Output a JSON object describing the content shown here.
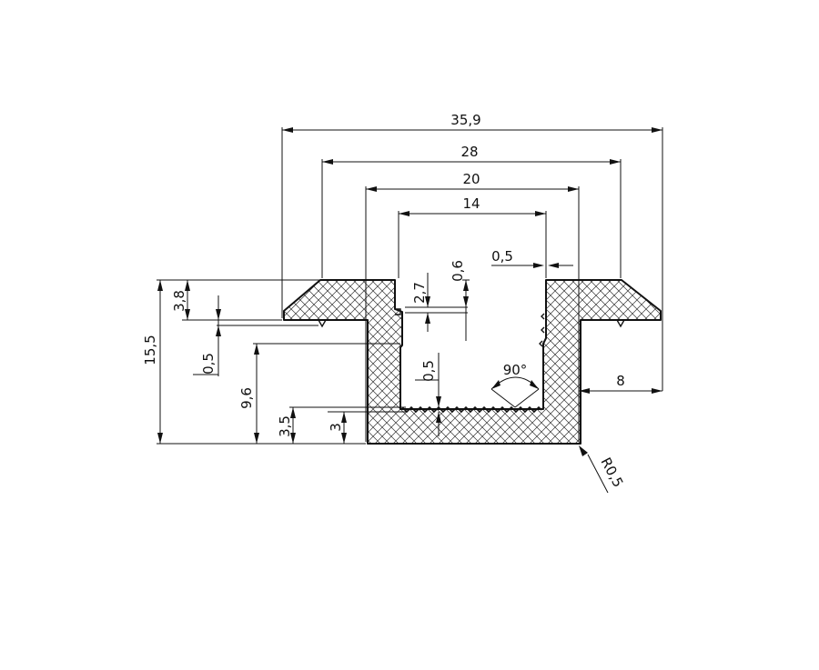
{
  "drawing": {
    "dimensions": {
      "overall_width": "35,9",
      "width_28": "28",
      "width_20": "20",
      "width_14": "14",
      "groove_0_5_top": "0,5",
      "height_0_6": "0,6",
      "height_2_7": "2,7",
      "angle_90": "90°",
      "flange_8": "8",
      "radius": "R0,5",
      "height_3_8": "3,8",
      "offset_0_5": "0,5",
      "height_15_5": "15,5",
      "height_9_6": "9,6",
      "height_3_5": "3,5",
      "height_3": "3",
      "tooth_0_5": "0,5"
    }
  }
}
